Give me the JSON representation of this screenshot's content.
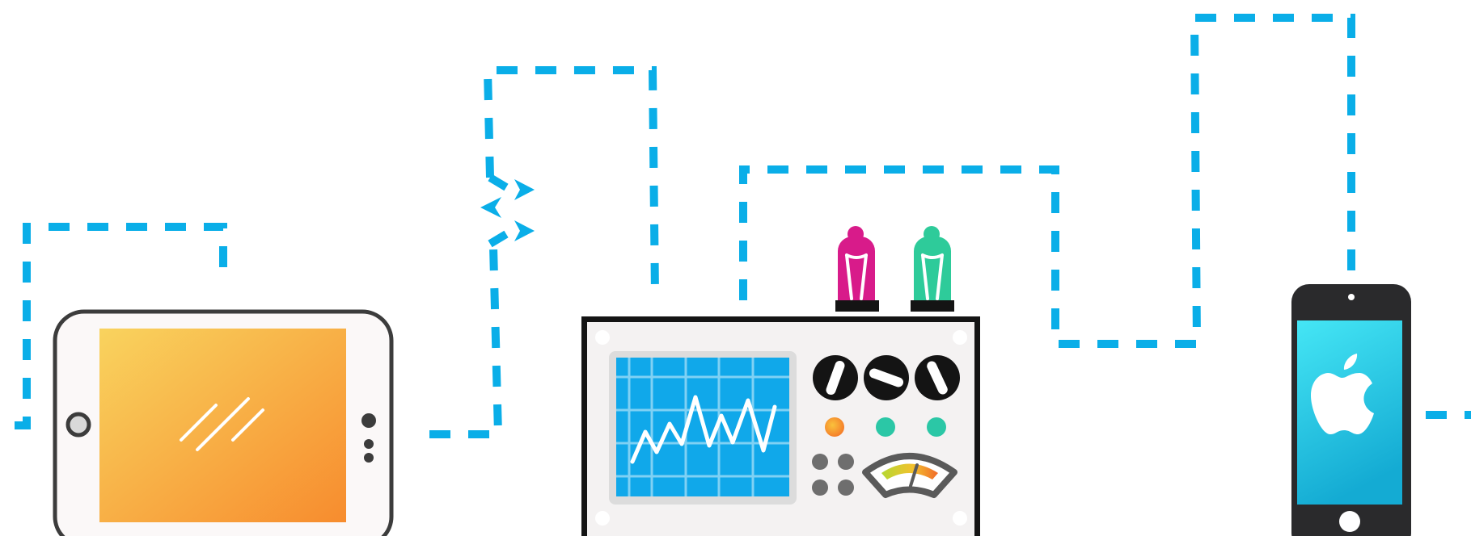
{
  "colors": {
    "connector": "#0aaee8",
    "background": "#ffffff",
    "device_outline": "#3c3c3c",
    "tablet_fill": "#fbf8f8",
    "tablet_screen_from": "#f9d35e",
    "tablet_screen_to": "#f78c2e",
    "machine_panel": "#f4f2f2",
    "scope_screen": "#10a8ea",
    "scope_grid": "#7fd1f4",
    "knob": "#141414",
    "tube_magenta": "#d81b8a",
    "tube_teal": "#2ecb9a",
    "phone_body": "#2a2a2c",
    "phone_screen_from": "#45e6f5",
    "phone_screen_to": "#14abd3"
  },
  "icons": {
    "tablet": "tablet-landscape-icon",
    "equipment": "oscilloscope-test-equipment-icon",
    "phone": "smartphone-icon",
    "phone_logo": "apple-logo-icon"
  },
  "connectors": [
    "tablet-loop",
    "tablet-to-branch",
    "branch-loop",
    "machine-loop",
    "machine-to-phone-loop",
    "phone-exit"
  ]
}
